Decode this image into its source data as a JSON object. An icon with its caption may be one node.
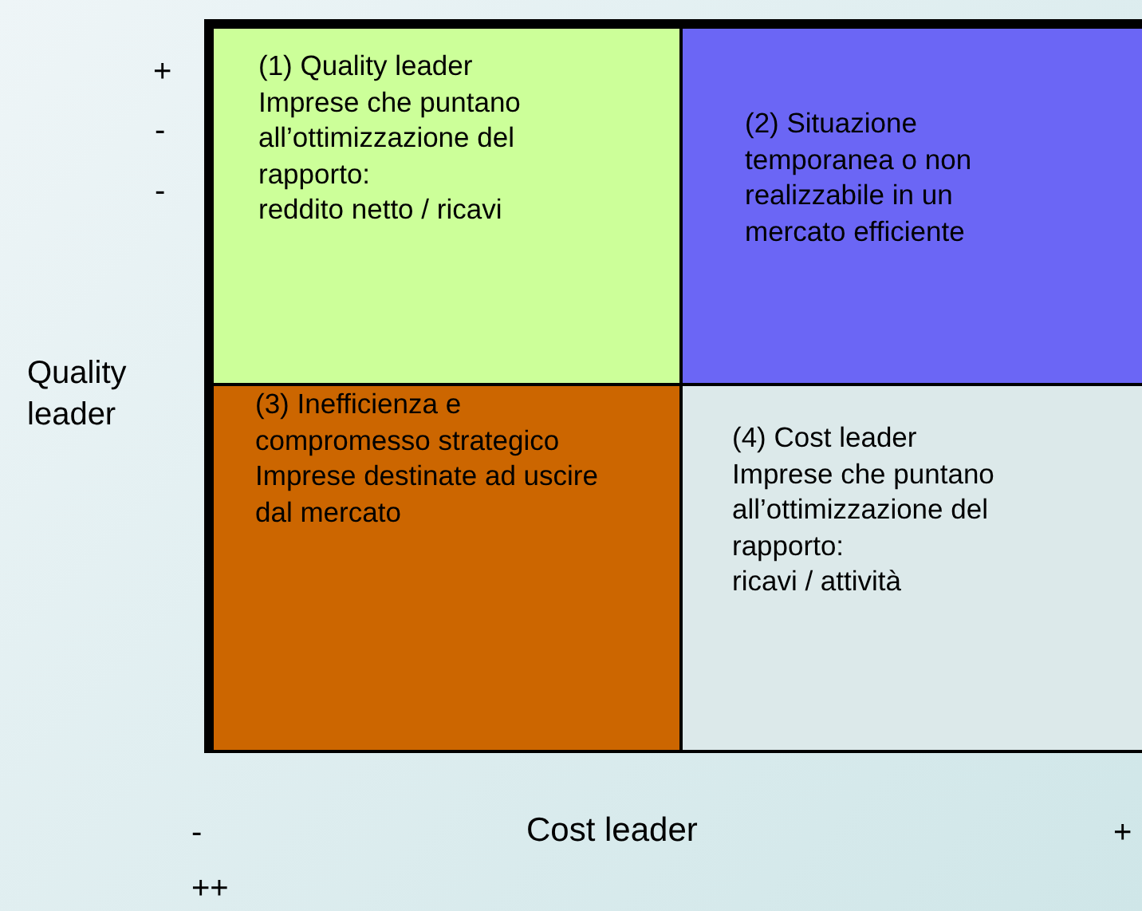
{
  "diagram": {
    "nodes": [
      {
        "text": [
          "(1) Quality leader",
          "Imprese che puntano all’ottimizzazione del rapporto:",
          "reddito netto / ricavi"
        ]
      },
      {
        "text": [
          "(2) Situazione temporanea o non realizzabile in un mercato efficiente"
        ]
      },
      {
        "text": [
          "(3) Inefficienza e compromesso strategico",
          "Imprese destinate ad uscire dal mercato"
        ]
      },
      {
        "text": [
          "(4) Cost leader",
          "Imprese che puntano all’ottimizzazione del rapporto:",
          "ricavi / attività"
        ]
      }
    ],
    "labels": [
      "+",
      "-",
      "-",
      "Quality leader",
      "-",
      "Cost leader",
      "+",
      "++"
    ]
  }
}
